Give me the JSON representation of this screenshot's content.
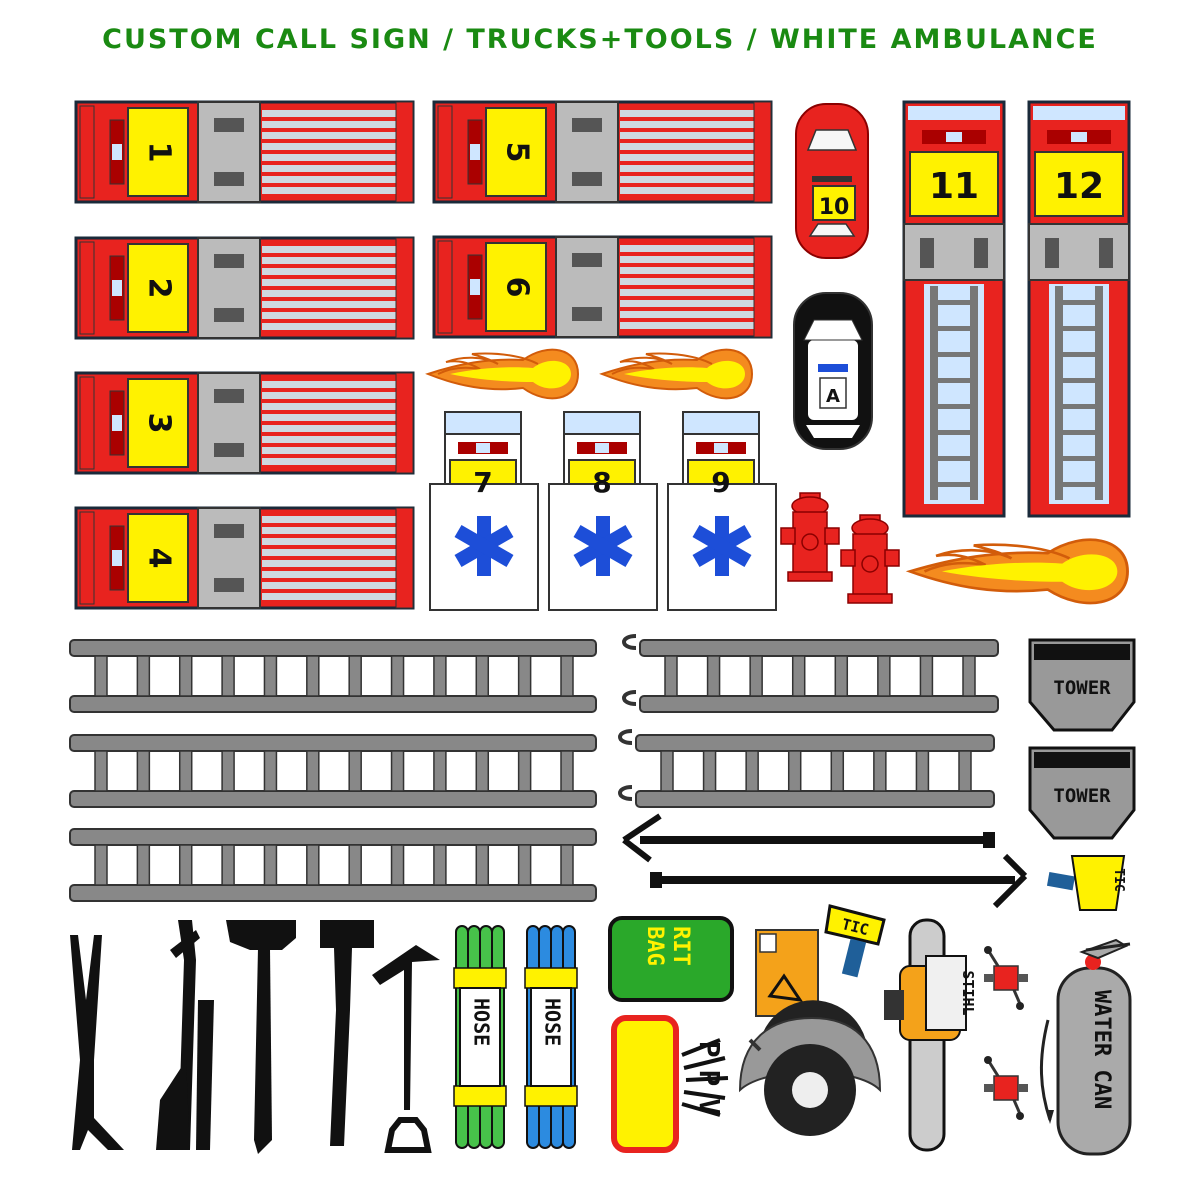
{
  "header": {
    "title": "CUSTOM CALL SIGN / TRUCKS+TOOLS / WHITE AMBULANCE"
  },
  "colors": {
    "title": "#1a8a12",
    "fire_red": "#e8231f",
    "hydrant_red": "#e8231f",
    "yellow": "#fff200",
    "medical_blue": "#1d4ed8",
    "gray": "#b5b5b5",
    "hose_green": "#47c24a",
    "hose_blue": "#2c8be0",
    "rit_green": "#2aa82a"
  },
  "engines": [
    {
      "number": "1"
    },
    {
      "number": "2"
    },
    {
      "number": "3"
    },
    {
      "number": "4"
    },
    {
      "number": "5"
    },
    {
      "number": "6"
    }
  ],
  "chief_car": {
    "number": "10"
  },
  "police_car": {
    "label": "A"
  },
  "ladder_trucks": [
    {
      "number": "11"
    },
    {
      "number": "12"
    }
  ],
  "ambulances": [
    {
      "number": "7"
    },
    {
      "number": "8"
    },
    {
      "number": "9"
    }
  ],
  "tower_badges": [
    {
      "label": "TOWER"
    },
    {
      "label": "TOWER"
    }
  ],
  "hoses": [
    {
      "label": "HOSE",
      "color": "green"
    },
    {
      "label": "HOSE",
      "color": "blue"
    }
  ],
  "rit_bag": {
    "label_line1": "RIT",
    "label_line2": "BAG"
  },
  "ppv_fan": {
    "label": "PPV"
  },
  "thermal_cameras": [
    {
      "label": "TIC"
    },
    {
      "label": "TIC"
    }
  ],
  "chainsaw": {
    "brand": "STIHL"
  },
  "water_can": {
    "label": "WATER CAN"
  },
  "icons": [
    "fire-engine-icon",
    "chief-car-icon",
    "police-car-icon",
    "ladder-truck-icon",
    "ambulance-icon",
    "fireball-icon",
    "hydrant-icon",
    "ladder-icon",
    "roof-ladder-icon",
    "pike-pole-icon",
    "tower-badge-icon",
    "thermal-camera-icon",
    "halligan-icon",
    "axe-icon",
    "hose-bundle-icon",
    "rit-bag-icon",
    "ppv-fan-icon",
    "rescue-saw-icon",
    "chainsaw-icon",
    "spreader-tool-icon",
    "fire-extinguisher-icon"
  ]
}
